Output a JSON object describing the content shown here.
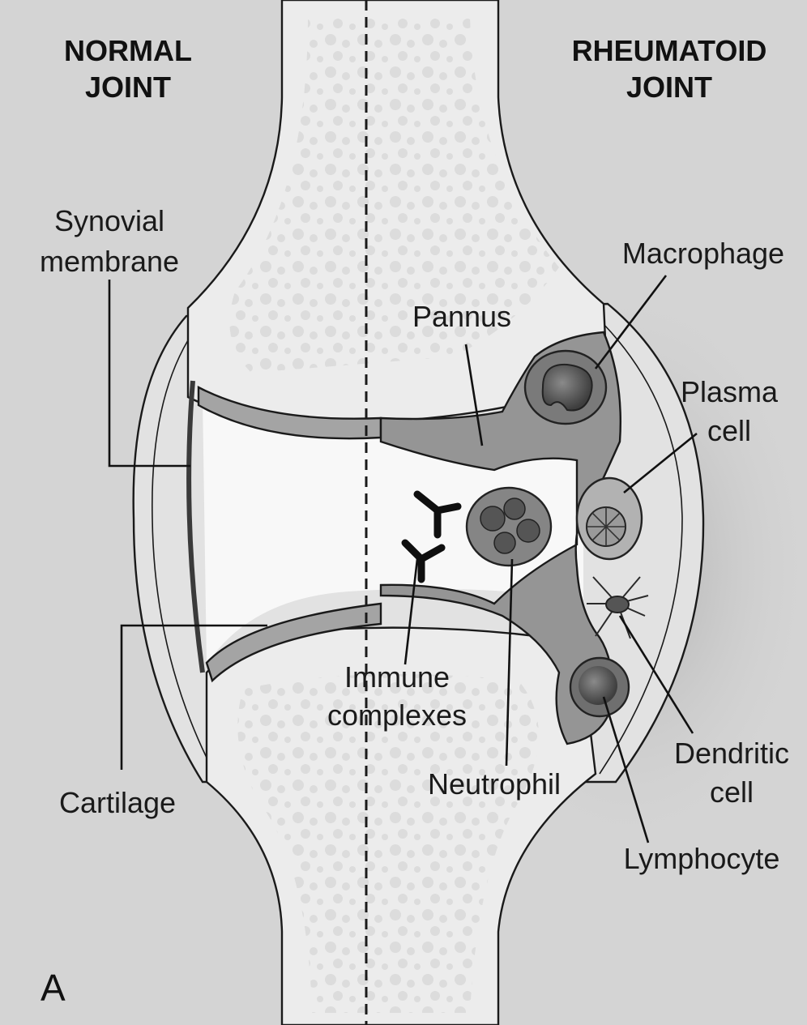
{
  "headers": {
    "normal": [
      "NORMAL",
      "JOINT"
    ],
    "rheumatoid": [
      "RHEUMATOID",
      "JOINT"
    ]
  },
  "labels": {
    "synovial_membrane": [
      "Synovial",
      "membrane"
    ],
    "cartilage": "Cartilage",
    "pannus": "Pannus",
    "macrophage": "Macrophage",
    "plasma_cell": [
      "Plasma",
      "cell"
    ],
    "immune_complexes": [
      "Immune",
      "complexes"
    ],
    "neutrophil": "Neutrophil",
    "dendritic_cell": [
      "Dendritic",
      "cell"
    ],
    "lymphocyte": "Lymphocyte"
  },
  "panel_letter": "A",
  "colors": {
    "background": "#d4d4d4",
    "bone": "#ececec",
    "joint_space": "#f8f8f8",
    "cartilage": "#9c9c9c",
    "pannus": "#959595",
    "cell_dark": "#4e4e4e"
  }
}
